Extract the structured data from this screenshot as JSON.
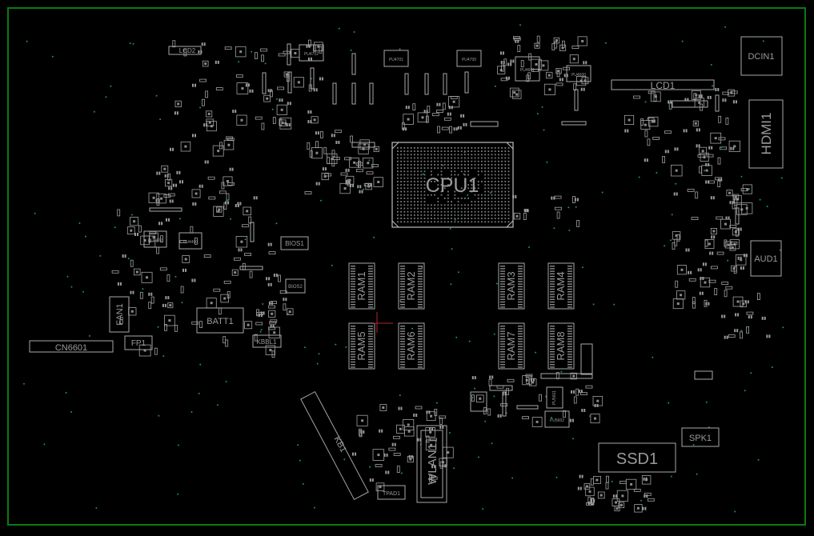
{
  "colors": {
    "background": "#000000",
    "board_outline": "#0b7a12",
    "silkscreen": "#a7a7a7",
    "via": "#1f8a8a",
    "crosshair": "#b0272f"
  },
  "components": {
    "cpu": "CPU1",
    "ram": [
      "RAM1",
      "RAM2",
      "RAM3",
      "RAM4",
      "RAM5",
      "RAM6",
      "RAM7",
      "RAM8"
    ],
    "lcd": "LCD1",
    "lcd2": "LCD2",
    "dcin": "DCIN1",
    "hdmi": "HDMI1",
    "audio": "AUD1",
    "ssd": "SSD1",
    "speaker": "SPK1",
    "wlan": "WLAN1",
    "keyboard": "KB1",
    "touchpad": "TPAD1",
    "battery": "BATT1",
    "fan": "FAN1",
    "fingerprint": "FP1",
    "kb_backlight": "KBBL1",
    "cn": "CN6601",
    "bios": "BIOS1",
    "bios2": "BIOS2",
    "pu_chips": {
      "pu4702": "PU4702",
      "pu4700": "PU4700",
      "pu4701": "PU4701",
      "pu4601": "PU4601",
      "pu4600": "PU4600",
      "pu4402": "PU4402",
      "pu4400": "PU4400",
      "pu5602": "PU5602",
      "pu5601": "PU5601"
    }
  }
}
